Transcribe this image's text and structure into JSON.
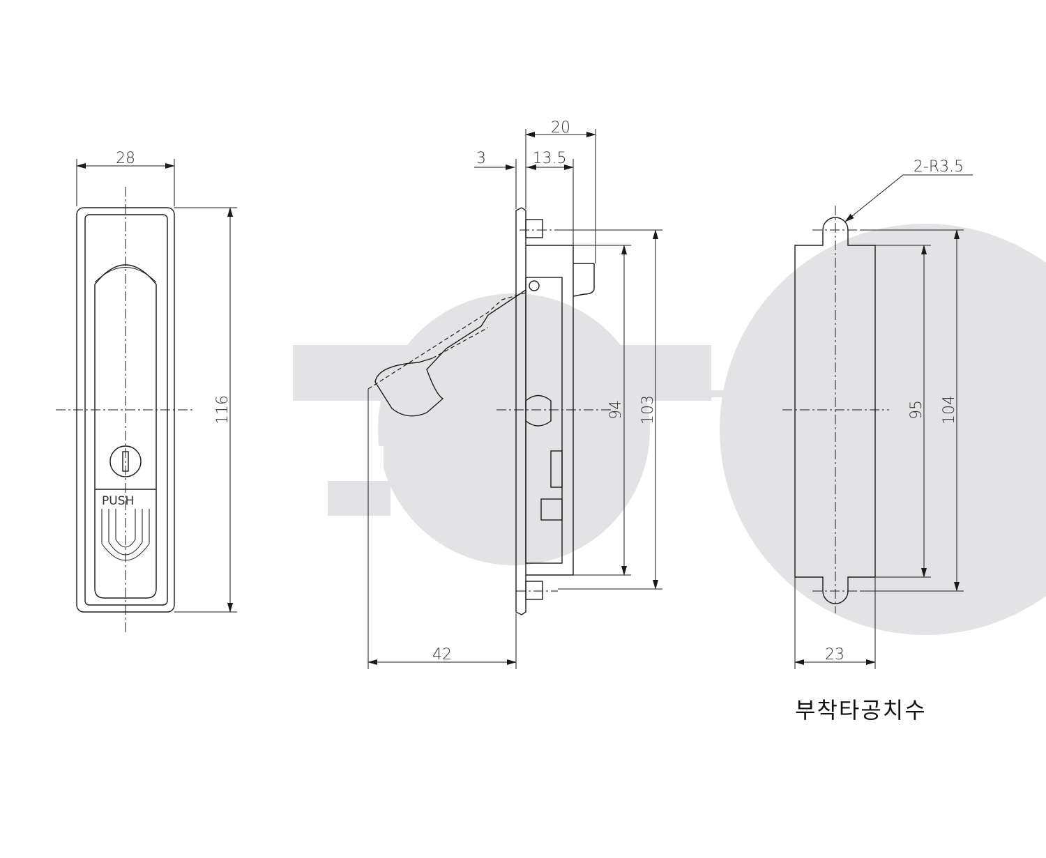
{
  "colors": {
    "line": "#1a1a1a",
    "watermark": "#e3e3e5",
    "background": "#ffffff"
  },
  "front_view": {
    "width_label": "28",
    "height_label": "116",
    "push_label": "PUSH"
  },
  "side_view": {
    "depth_total_label": "20",
    "flange_label": "3",
    "body_depth_label": "13.5",
    "inner_height_label": "94",
    "outer_height_label": "103",
    "handle_reach_label": "42"
  },
  "cutout_view": {
    "radius_label": "2-R3.5",
    "inner_height_label": "95",
    "outer_height_label": "104",
    "width_label": "23",
    "caption": "부착타공치수"
  },
  "icons": [
    "watermark-logo",
    "key-cylinder-icon",
    "push-symbol-icon"
  ]
}
